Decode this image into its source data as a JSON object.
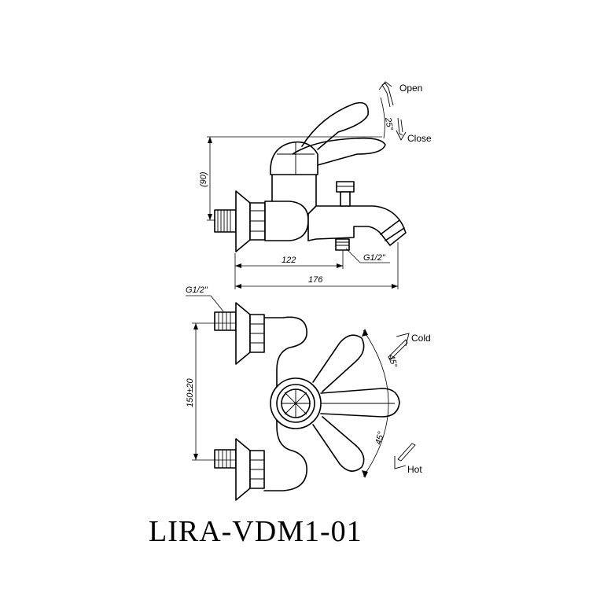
{
  "labels": {
    "open": "Open",
    "close": "Close",
    "angle_lever": "25°",
    "dim_height": "(90)",
    "dim_inner": "122",
    "dim_total": "176",
    "thread_spout": "G1/2\"",
    "thread_inlet": "G1/2\"",
    "dim_centers": "150±20",
    "cold": "Cold",
    "hot": "Hot",
    "angle_cold": "45°",
    "angle_hot": "45°"
  },
  "model": "LIRA-VDM1-01"
}
